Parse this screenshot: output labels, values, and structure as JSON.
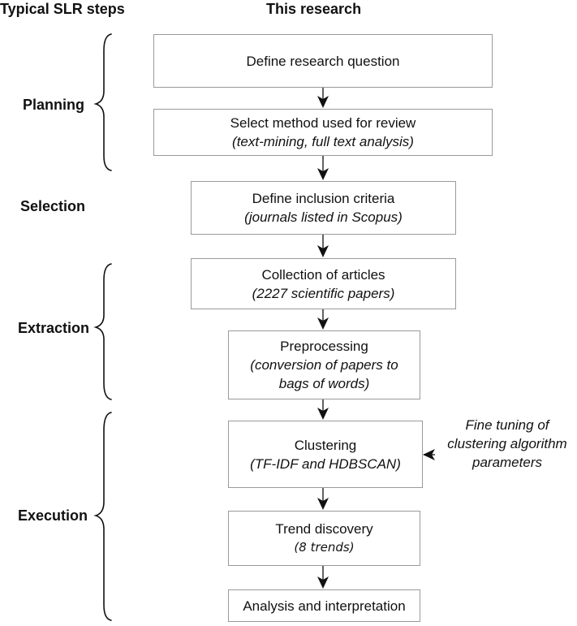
{
  "headers": {
    "left": "Typical SLR steps",
    "right": "This research"
  },
  "stages": [
    {
      "label": "Planning"
    },
    {
      "label": "Selection"
    },
    {
      "label": "Extraction"
    },
    {
      "label": "Execution"
    }
  ],
  "steps": [
    {
      "title": "Define research question",
      "detail": ""
    },
    {
      "title": "Select method used for review",
      "detail": "(text-mining, full text analysis)"
    },
    {
      "title": "Define inclusion criteria",
      "detail": "(journals listed in Scopus)"
    },
    {
      "title": "Collection of articles",
      "detail": "(2227 scientific papers)"
    },
    {
      "title": "Preprocessing",
      "detail": "(conversion of papers to bags of words)"
    },
    {
      "title": "Clustering",
      "detail": "(TF-IDF and HDBSCAN)"
    },
    {
      "title": "Trend discovery",
      "detail": "(8 trends)"
    },
    {
      "title": "Analysis and interpretation",
      "detail": ""
    }
  ],
  "side_note": {
    "line1": "Fine tuning of",
    "line2": "clustering algorithm",
    "line3": "parameters"
  }
}
